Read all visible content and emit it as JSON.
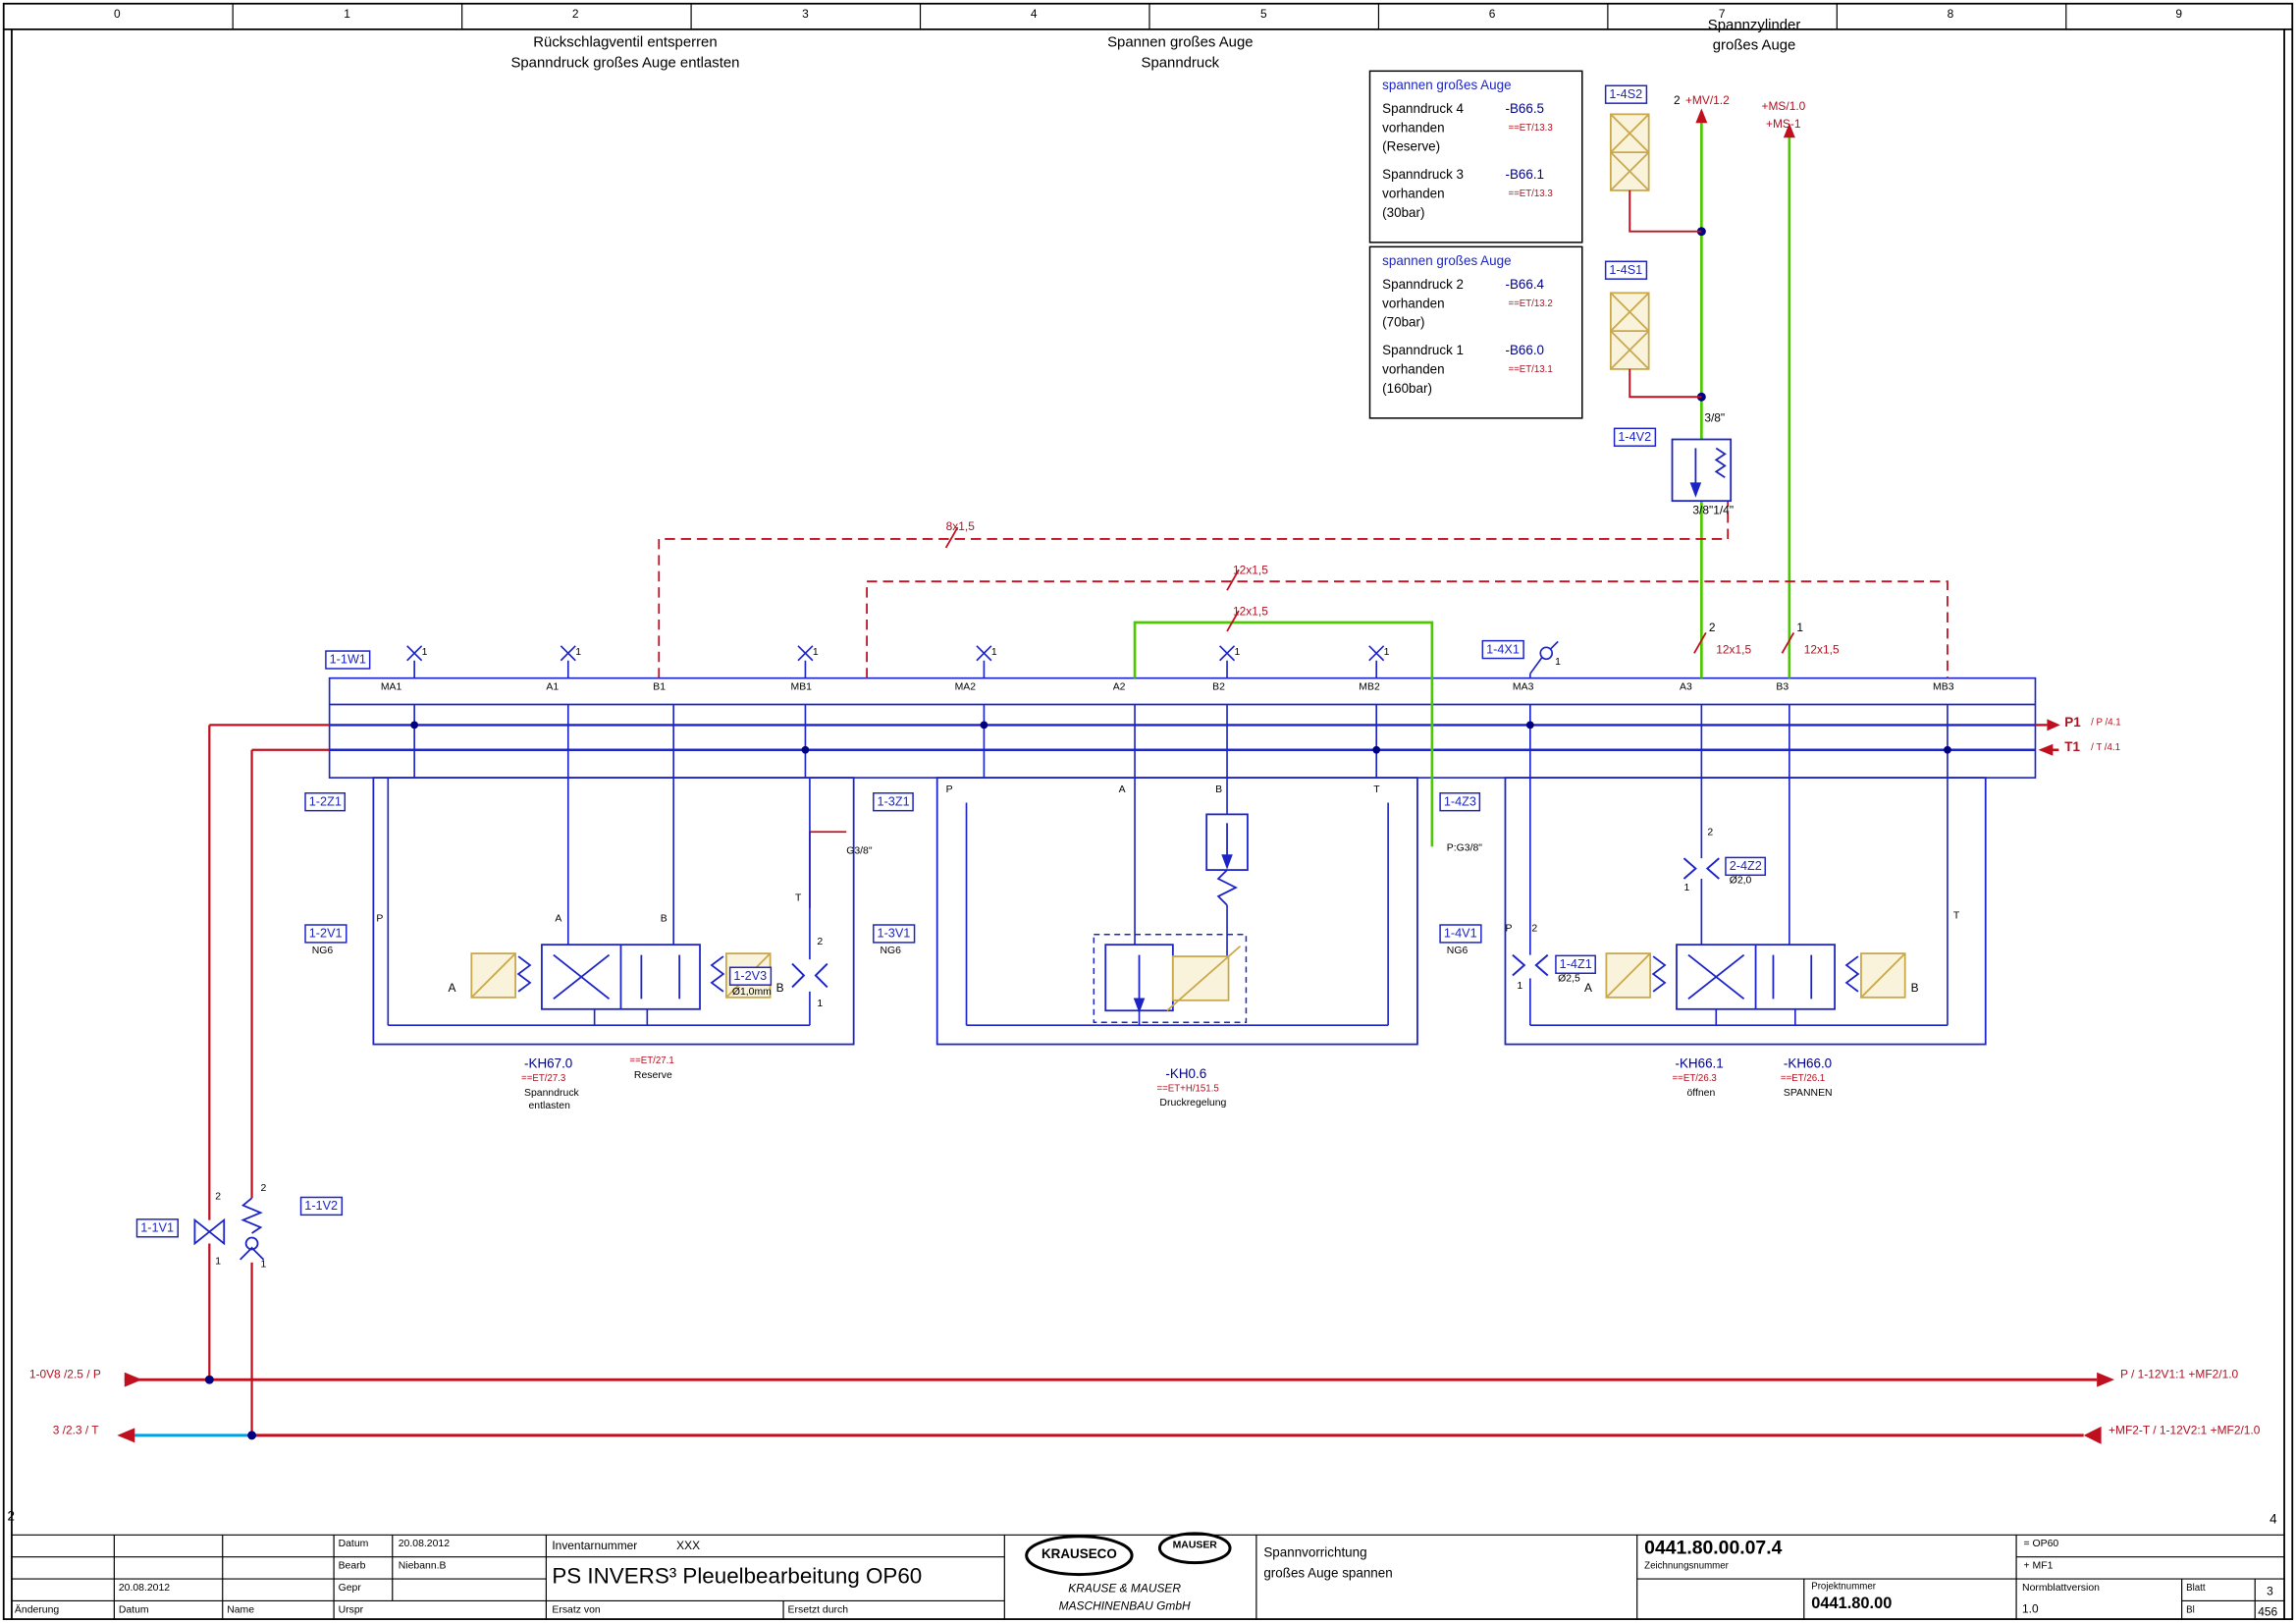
{
  "ruler": {
    "cols": [
      "0",
      "1",
      "2",
      "3",
      "4",
      "5",
      "6",
      "7",
      "8",
      "9"
    ]
  },
  "corners": {
    "bottom_left": "2",
    "bottom_right": "4"
  },
  "headers": {
    "left1": "Rückschlagventil entsperren",
    "left2": "Spanndruck großes Auge entlasten",
    "center1": "Spannen großes Auge",
    "center2": "Spanndruck",
    "right1": "Spannzylinder",
    "right2": "großes Auge"
  },
  "infobox1": {
    "title": "spannen großes Auge",
    "e1": {
      "n": "Spanndruck 4",
      "v": "vorhanden",
      "p": "(Reserve)",
      "ref": "-B66.5",
      "et": "==ET/13.3"
    },
    "e2": {
      "n": "Spanndruck 3",
      "v": "vorhanden",
      "p": "(30bar)",
      "ref": "-B66.1",
      "et": "==ET/13.3"
    }
  },
  "infobox2": {
    "title": "spannen großes Auge",
    "e1": {
      "n": "Spanndruck 2",
      "v": "vorhanden",
      "p": "(70bar)",
      "ref": "-B66.4",
      "et": "==ET/13.2"
    },
    "e2": {
      "n": "Spanndruck 1",
      "v": "vorhanden",
      "p": "(160bar)",
      "ref": "-B66.0",
      "et": "==ET/13.1"
    }
  },
  "tags": {
    "s42": "1-4S2",
    "s41": "1-4S1",
    "v42": "1-4V2",
    "x41": "1-4X1",
    "w11": "1-1W1",
    "z21": "1-2Z1",
    "z31": "1-3Z1",
    "z43": "1-4Z3",
    "v21": "1-2V1",
    "v31": "1-3V1",
    "v41": "1-4V1",
    "v23": "1-2V3",
    "z41": "1-4Z1",
    "z42": "2-4Z2",
    "v11": "1-1V1",
    "v12": "1-1V2"
  },
  "wires": {
    "mv": "+MV/1.2",
    "ms": "+MS/1.0",
    "ms1": "+MS-1",
    "d38": "3/8\"",
    "d3814": "3/8\"1/4\"",
    "p8": "8x1,5",
    "p12": "12x1,5"
  },
  "ports": {
    "ma1": "MA1",
    "a1": "A1",
    "b1": "B1",
    "mb1": "MB1",
    "ma2": "MA2",
    "a2": "A2",
    "b2": "B2",
    "mb2": "MB2",
    "ma3": "MA3",
    "a3": "A3",
    "b3": "B3",
    "mb3": "MB3",
    "p": "P",
    "a": "A",
    "b": "B",
    "t": "T",
    "one": "1",
    "two": "2"
  },
  "sections": {
    "ng6": "NG6",
    "g38": "G3/8\"",
    "pg38": "P:G3/8\"",
    "dia10": "Ø1,0mm",
    "dia25": "Ø2,5",
    "dia20": "Ø2,0",
    "kh670": {
      "name": "-KH67.0",
      "et": "==ET/27.3",
      "d1": "Spanndruck",
      "d2": "entlasten"
    },
    "res": {
      "et": "==ET/27.1",
      "d1": "Reserve"
    },
    "kh06": {
      "name": "-KH0.6",
      "et": "==ET+H/151.5",
      "d1": "Druckregelung"
    },
    "kh661": {
      "name": "-KH66.1",
      "et": "==ET/26.3",
      "d1": "öffnen"
    },
    "kh660": {
      "name": "-KH66.0",
      "et": "==ET/26.1",
      "d1": "SPANNEN"
    }
  },
  "rails": {
    "p1": "P1",
    "p1ref": "/ P /4.1",
    "t1": "T1",
    "t1ref": "/ T /4.1",
    "p_left": "1-0V8 /2.5 / P",
    "p_right": "P / 1-12V1:1 +MF2/1.0",
    "t_left": "3 /2.3 / T",
    "t_right": "+MF2-T / 1-12V2:1 +MF2/1.0"
  },
  "titleblock": {
    "datum_label": "Datum",
    "datum": "20.08.2012",
    "bearb_label": "Bearb",
    "bearb": "Niebann.B",
    "gepr_label": "Gepr",
    "datum2": "20.08.2012",
    "aenderung": "Änderung",
    "datum3": "Datum",
    "name": "Name",
    "urspr": "Urspr",
    "inventar_label": "Inventarnummer",
    "inventar": "XXX",
    "title_big": "PS INVERS³ Pleuelbearbeitung OP60",
    "ersatz": "Ersatz von",
    "ersetzt": "Ersetzt durch",
    "logo1": "KRAUSECO",
    "logo2": "MAUSER",
    "company1": "KRAUSE & MAUSER",
    "company2": "MASCHINENBAU GmbH",
    "desc1": "Spannvorrichtung",
    "desc2": "großes Auge spannen",
    "drawing_no": "0441.80.00.07.4",
    "drawing_label": "Zeichnungsnummer",
    "project_label": "Projektnummer",
    "project_no": "0441.80.00",
    "eq1": "= OP60",
    "eq2": "+ MF1",
    "norm_label": "Normblattversion",
    "norm": "1.0",
    "blatt_label": "Blatt",
    "blatt": "3",
    "bl_label": "Bl",
    "bl": "456"
  }
}
